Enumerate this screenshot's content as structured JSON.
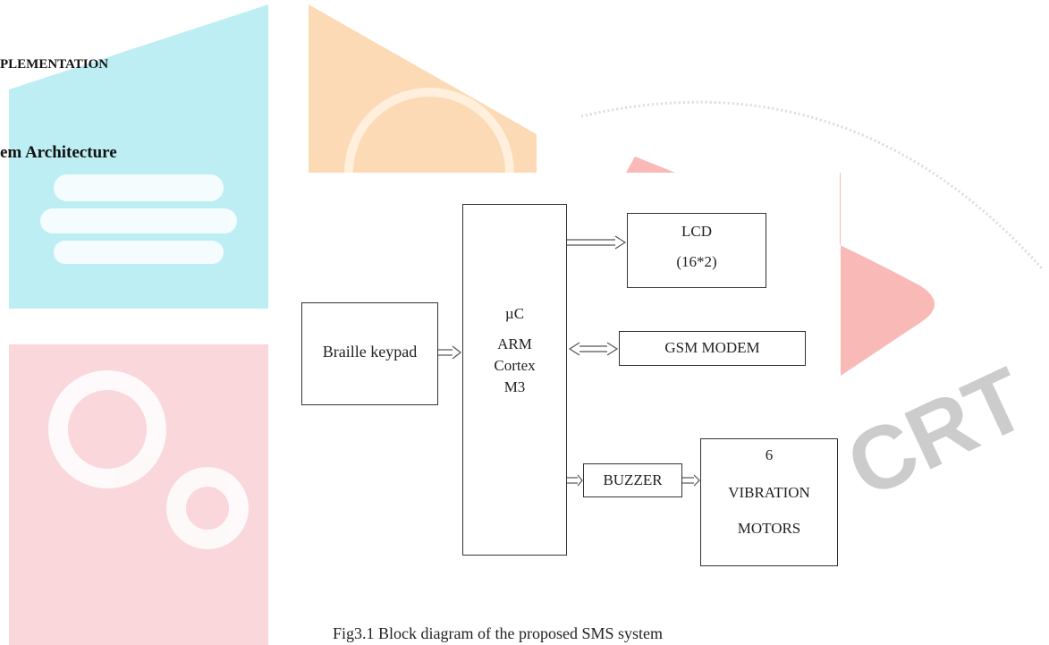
{
  "headings": {
    "section": "PLEMENTATION",
    "subsection": "em Architecture"
  },
  "diagram": {
    "blocks": {
      "input": "Braille keypad",
      "controller": [
        "µC",
        "ARM",
        "Cortex",
        "M3"
      ],
      "lcd": [
        "LCD",
        "(16*2)"
      ],
      "gsm": "GSM MODEM",
      "buzzer": "BUZZER",
      "motors": [
        "6",
        "VIBRATION",
        "MOTORS"
      ]
    },
    "caption": "Fig3.1 Block diagram of the proposed SMS system"
  },
  "watermark": {
    "text": "CRT",
    "colors": {
      "cyan": "#b6ecf3",
      "orange": "#fbd3a8",
      "pink": "#f8d3d6",
      "red": "#f7a8a4",
      "grey": "#c4c4c4"
    }
  }
}
